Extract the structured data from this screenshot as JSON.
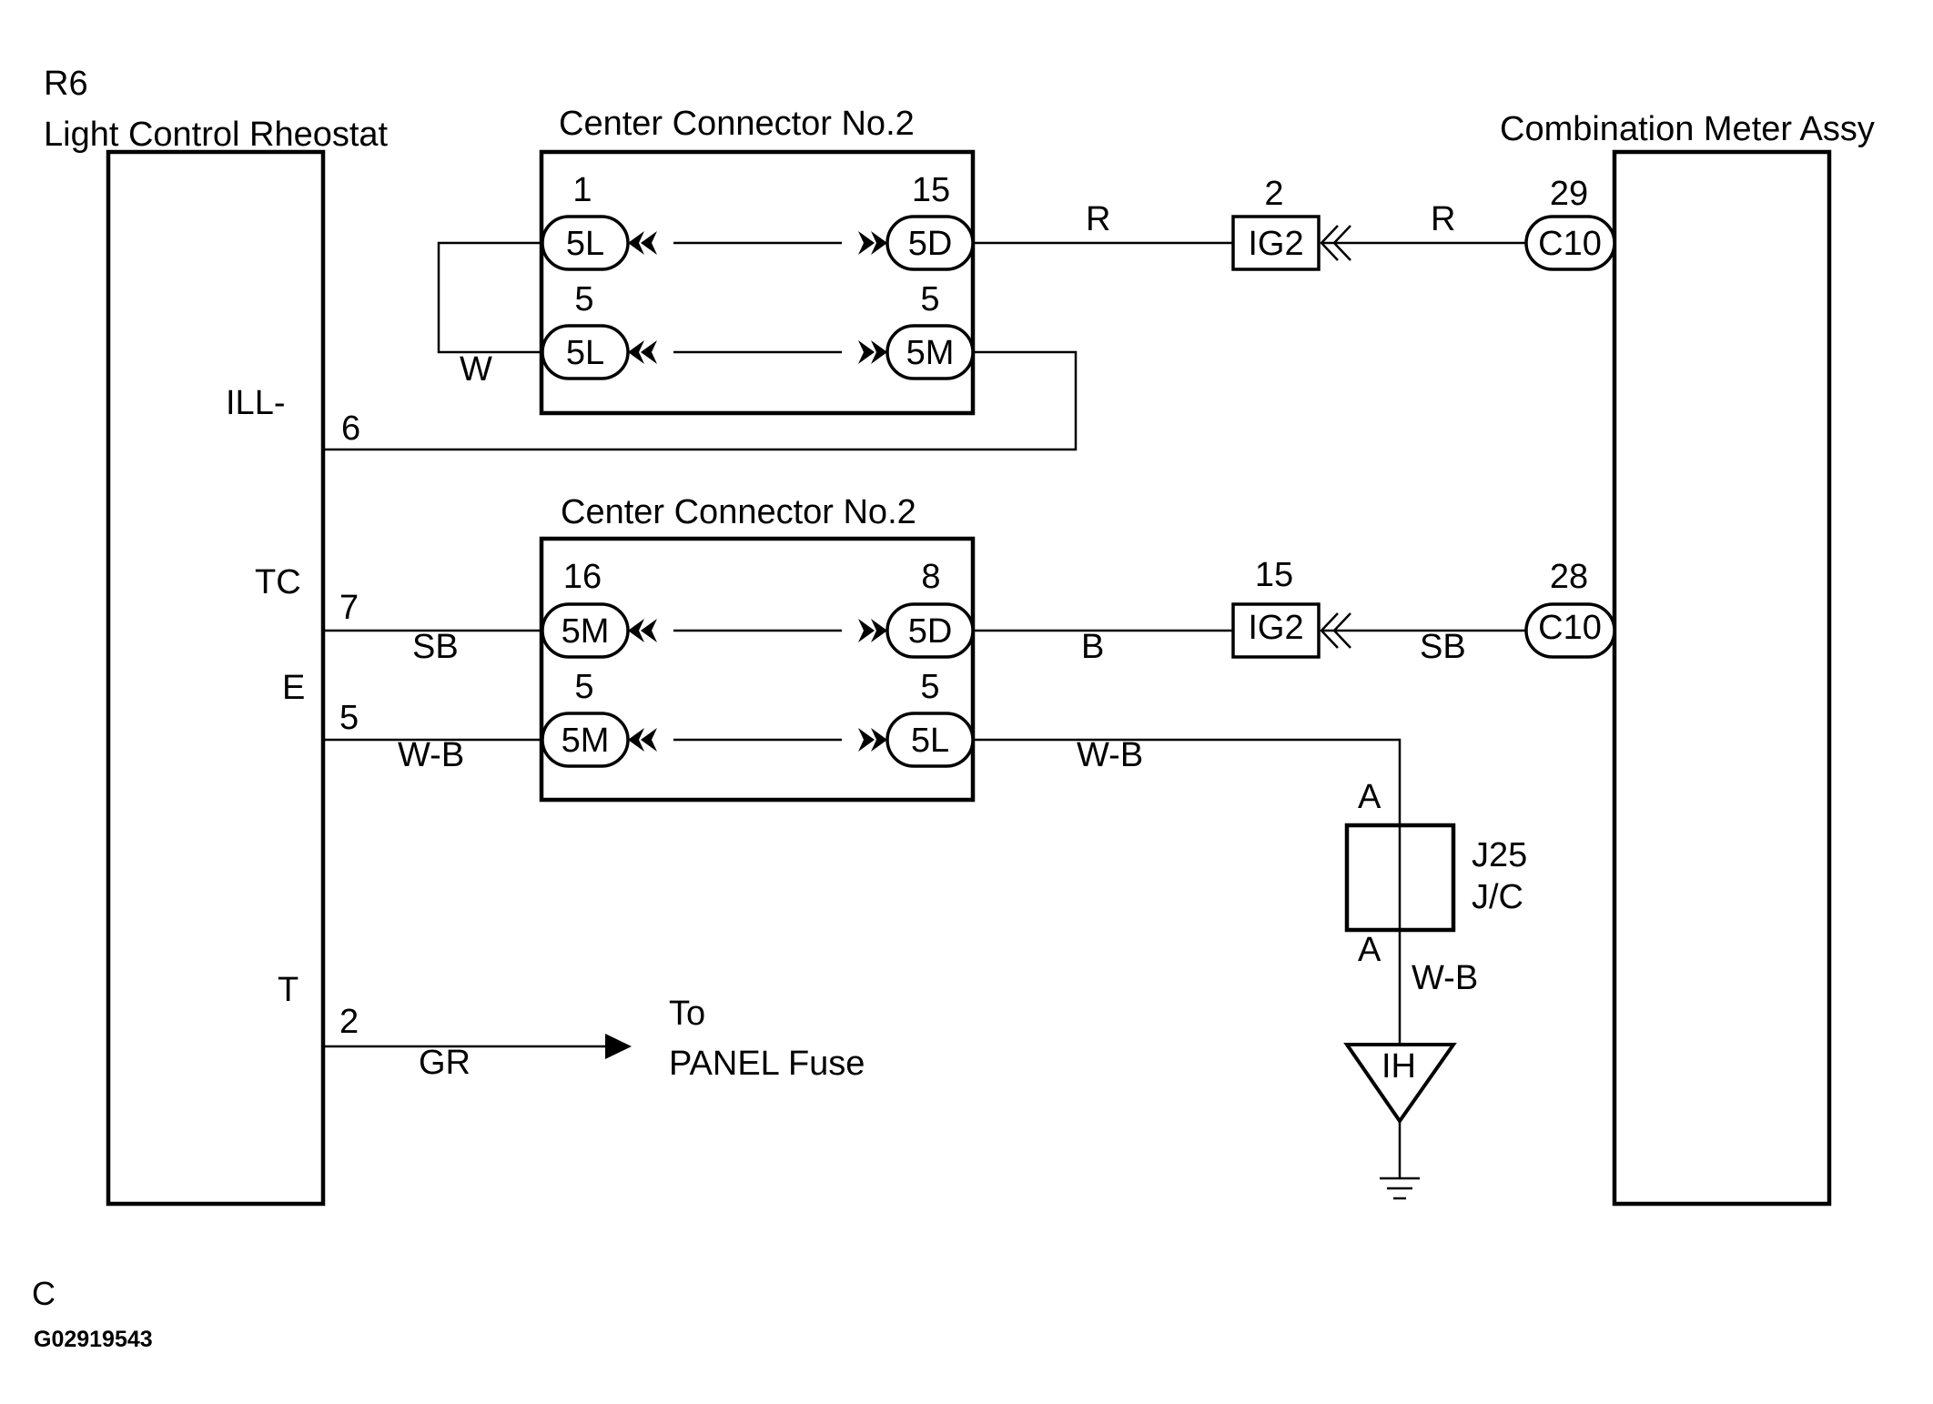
{
  "rheostat": {
    "code": "R6",
    "name": "Light Control Rheostat"
  },
  "meter": {
    "name": "Combination Meter Assy"
  },
  "connector_top": {
    "title": "Center Connector No.2",
    "pins": [
      {
        "left_num": "1",
        "left_code": "5L",
        "right_num": "15",
        "right_code": "5D"
      },
      {
        "left_num": "5",
        "left_code": "5L",
        "right_num": "5",
        "right_code": "5M"
      }
    ]
  },
  "connector_bottom": {
    "title": "Center Connector No.2",
    "pins": [
      {
        "left_num": "16",
        "left_code": "5M",
        "right_num": "8",
        "right_code": "5D"
      },
      {
        "left_num": "5",
        "left_code": "5M",
        "right_num": "5",
        "right_code": "5L"
      }
    ]
  },
  "terminals": {
    "ill": {
      "label": "ILL-",
      "num": "6"
    },
    "tc": {
      "label": "TC",
      "num": "7"
    },
    "e": {
      "label": "E",
      "num": "5"
    },
    "t": {
      "label": "T",
      "num": "2"
    }
  },
  "wire_colors": {
    "loop": "W",
    "top_r1": "R",
    "top_r2": "R",
    "tc_left": "SB",
    "tc_mid": "B",
    "tc_right": "SB",
    "e_left": "W-B",
    "e_right": "W-B",
    "jc_down": "W-B",
    "t": "GR"
  },
  "ig2_top": {
    "num": "2",
    "code": "IG2"
  },
  "ig2_bottom": {
    "num": "15",
    "code": "IG2"
  },
  "c10_top": {
    "num": "29",
    "code": "C10"
  },
  "c10_bottom": {
    "num": "28",
    "code": "C10"
  },
  "junction": {
    "name": "J25",
    "type": "J/C",
    "pin_top": "A",
    "pin_bottom": "A"
  },
  "ground": {
    "code": "IH"
  },
  "destination": {
    "line1": "To",
    "line2": "PANEL Fuse"
  },
  "footer": {
    "letter": "C",
    "figure_id": "G02919543"
  }
}
